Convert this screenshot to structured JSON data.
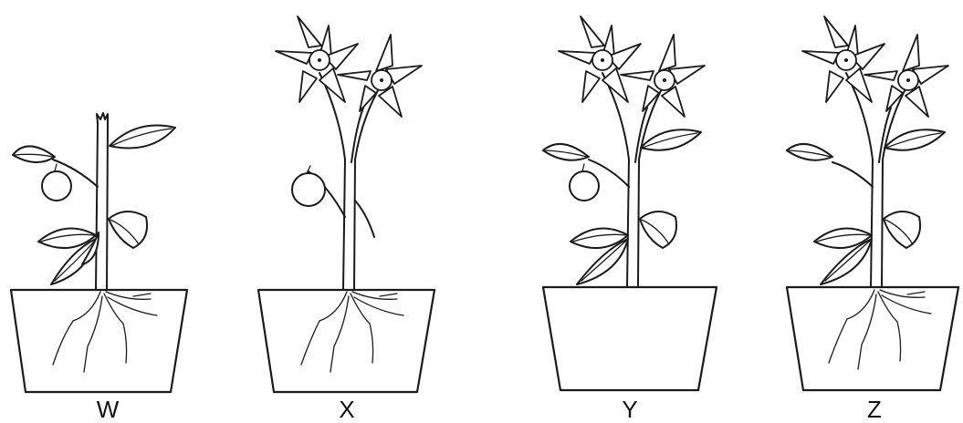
{
  "colors": {
    "ink": "#1a1a1a",
    "background": "#ffffff"
  },
  "plants": [
    {
      "label": "W",
      "has_flowers": false,
      "has_fruit": true,
      "has_roots": true,
      "stem_tip": "cut"
    },
    {
      "label": "X",
      "has_flowers": true,
      "has_fruit": true,
      "has_roots": true,
      "stem_tip": "flowers"
    },
    {
      "label": "Y",
      "has_flowers": true,
      "has_fruit": true,
      "has_roots": false,
      "stem_tip": "flowers"
    },
    {
      "label": "Z",
      "has_flowers": true,
      "has_fruit": false,
      "has_roots": true,
      "stem_tip": "flowers"
    }
  ]
}
